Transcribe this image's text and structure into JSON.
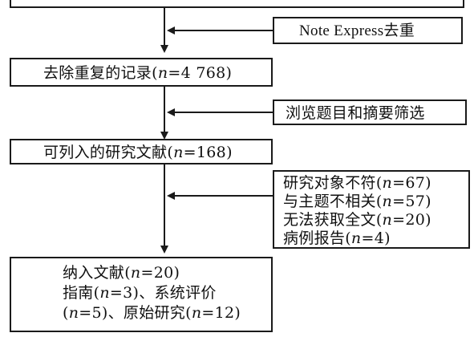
{
  "boxes": {
    "dedupe_tool": {
      "line1": "Note Express去重"
    },
    "after_dedupe": {
      "line1": "去除重复的记录(n=4 768)"
    },
    "screening": {
      "line1": "浏览题目和摘要筛选"
    },
    "eligible": {
      "line1": "可列入的研究文献(n=168)"
    },
    "excluded": {
      "line1": "研究对象不符(n=67)",
      "line2": "与主题不相关(n=57)",
      "line3": "无法获取全文(n=20)",
      "line4": "病例报告(n=4)"
    },
    "included": {
      "line1": "纳入文献(n=20)",
      "line2": "指南(n=3)、系统评价",
      "line3": "(n=5)、原始研究(n=12)"
    }
  },
  "colors": {
    "stroke": "#1a1a1a",
    "background": "#ffffff",
    "text": "#111111"
  }
}
